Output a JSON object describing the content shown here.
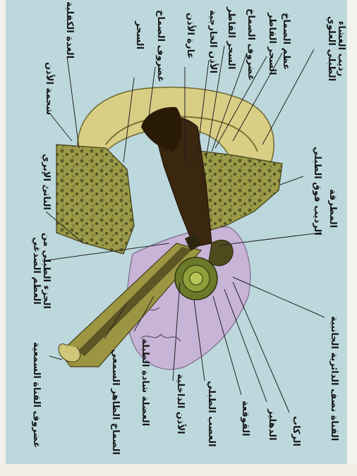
{
  "labels": {
    "l01": "رديب الغشاء الطبلي العلوي",
    "l02": "عظم الصماخ",
    "l03": "السحر القاطر",
    "l04": "غضروف الصماخ",
    "l05": "السحر القاطر",
    "l06": "الأذن الخارجية",
    "l07": "عارة الأذن",
    "l08": "غضروف الصماخ",
    "l09": "السحر",
    "l10": "الغدة الكفلية",
    "l11": "شحمة الأذن",
    "l12": "الناتئ الإبري",
    "l13": "الجزء الطبلي من",
    "l13b": "العظم الصدغي",
    "l14": "غضروف القناة السمعية",
    "l15": "الصماخ الظاهر السمعي",
    "l16": "العضلة شادة الطبلة",
    "l17": "الأذن الداخلية",
    "l18": "العصب الطبلي",
    "l19": "القوقعة",
    "l20": "الدهليز",
    "l21": "الركاب",
    "l22": "القناة نصف الدائرية الجانبية",
    "l23": "المطرقة",
    "l24": "الرديب فوق الطبلي"
  },
  "colors": {
    "background": "#bcd8dd",
    "bone": "#cfc677",
    "spongy_bone": "#8b8a3b",
    "canal": "#3b2a12",
    "membrane": "#b5a1c4",
    "skin_fold": "#c9a8cf"
  }
}
